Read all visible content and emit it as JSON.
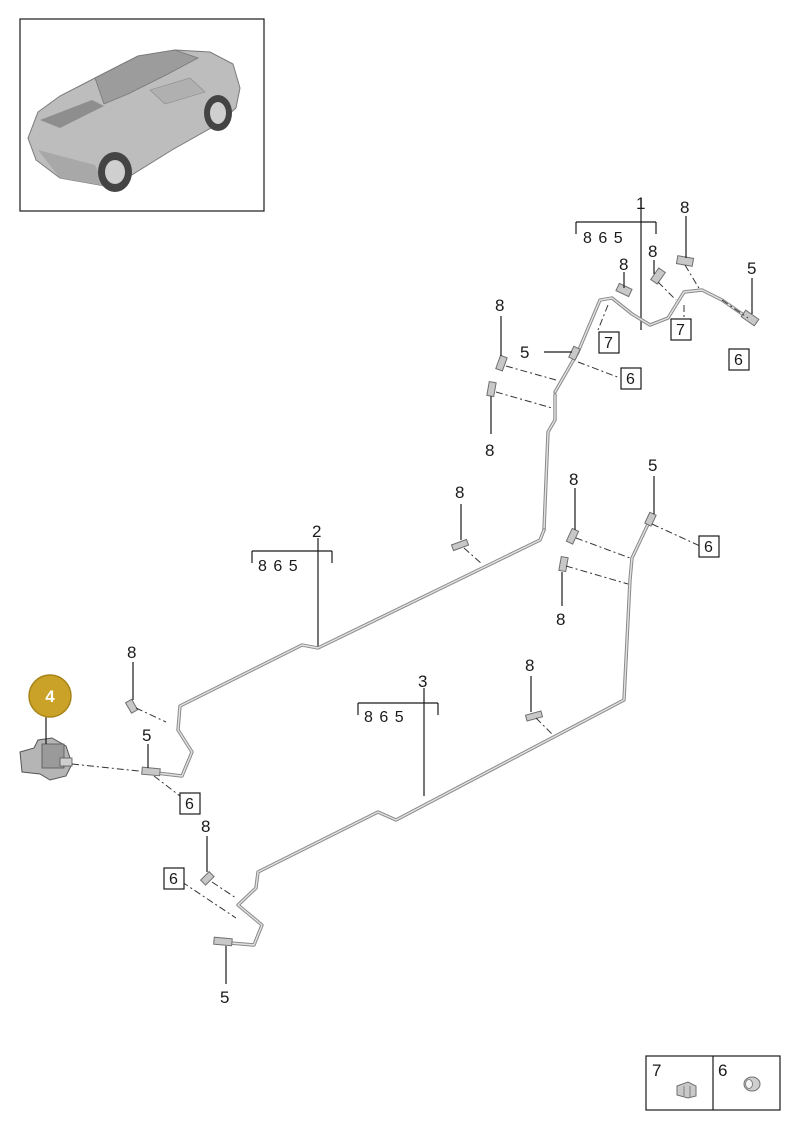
{
  "colors": {
    "badge": "#c9a227",
    "pipe": "#8a8a8a",
    "line": "#1a1a1a"
  },
  "thumbnail": {
    "icon": "car-icon"
  },
  "callouts": {
    "n1": "1",
    "n2": "2",
    "n3": "3",
    "n4": "4",
    "n5": "5",
    "n6": "6",
    "n7": "7",
    "n8": "8",
    "group_865": "8 6 5"
  },
  "legend": {
    "items": [
      {
        "number": "7",
        "icon": "clip-icon"
      },
      {
        "number": "6",
        "icon": "collar-icon"
      }
    ]
  }
}
